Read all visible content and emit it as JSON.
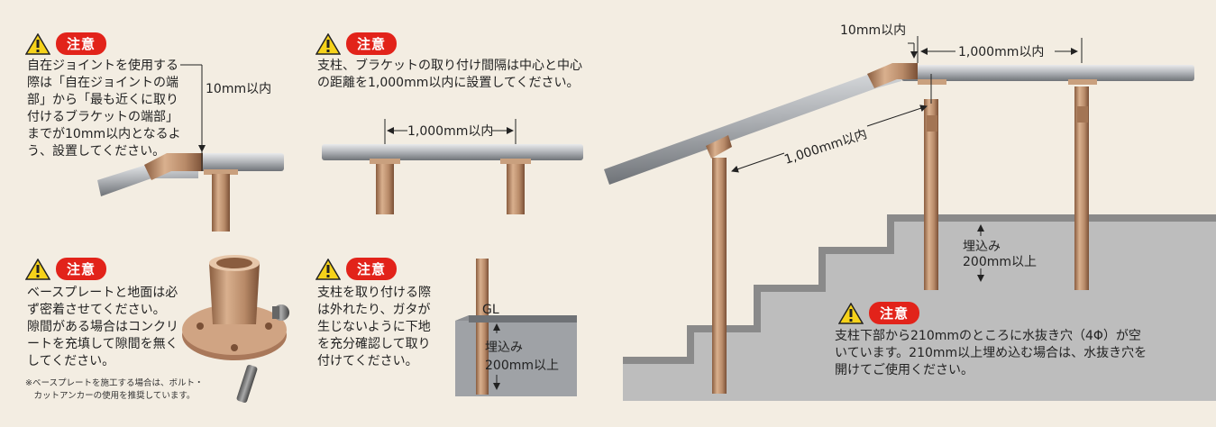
{
  "caution_label": "注意",
  "panel1": {
    "text": "自在ジョイントを使用する\n際は「自在ジョイントの端\n部」から「最も近くに取り\n付けるブラケットの端部」\nまでが10mm以内となるよ\nう、設置してください。",
    "dim": "10mm以内"
  },
  "panel2": {
    "text": "支柱、ブラケットの取り付け間隔は中心と中心\nの距離を1,000mm以内に設置してください。",
    "dim": "1,000mm以内"
  },
  "panel3": {
    "text": "ベースプレートと地面は必\nず密着させてください。\n隙間がある場合はコンクリ\nートを充填して隙間を無く\nしてください。",
    "footnote": "※ベースプレートを施工する場合は、ボルト・\n　カットアンカーの使用を推奨しています。"
  },
  "panel4": {
    "text": "支柱を取り付ける際\nは外れたり、ガタが\n生じないように下地\nを充分確認して取り\n付けてください。",
    "gl": "GL",
    "embed1": "埋込み",
    "embed2": "200mm以上"
  },
  "panel5": {
    "dim_top_left": "10mm以内",
    "dim_top_right": "1,000mm以内",
    "dim_diag": "1,000mm以内",
    "embed1": "埋込み",
    "embed2": "200mm以上",
    "text": "支柱下部から210mmのところに水抜き穴（4Φ）が空\nいています。210mm以上埋め込む場合は、水抜き穴を\n開けてご使用ください。"
  },
  "colors": {
    "accent": "#e2231a",
    "post": "#b88a68",
    "rail": "#a9acb0"
  }
}
